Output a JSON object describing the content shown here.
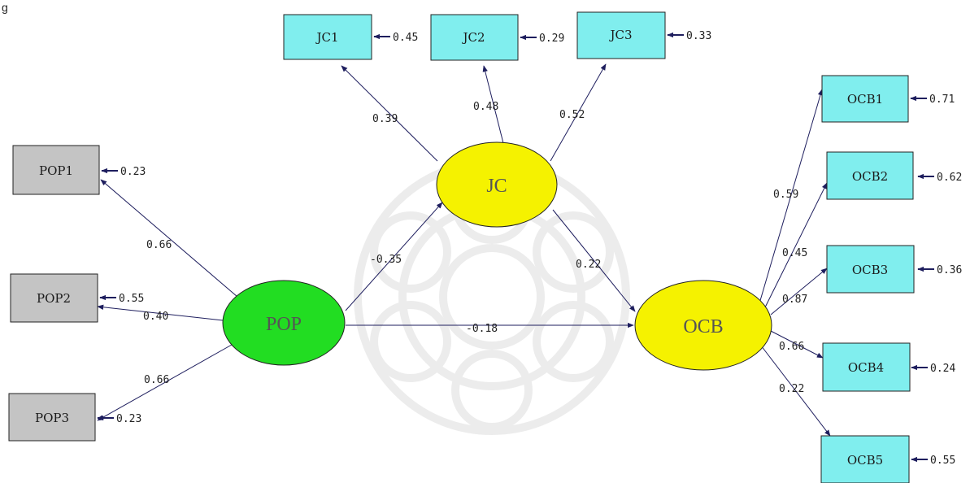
{
  "caption_fragment": "g",
  "latent": {
    "JC": "JC",
    "POP": "POP",
    "OCB": "OCB"
  },
  "indicators": {
    "JC1": "JC1",
    "JC2": "JC2",
    "JC3": "JC3",
    "POP1": "POP1",
    "POP2": "POP2",
    "POP3": "POP3",
    "OCB1": "OCB1",
    "OCB2": "OCB2",
    "OCB3": "OCB3",
    "OCB4": "OCB4",
    "OCB5": "OCB5"
  },
  "error_variances": {
    "JC1": "0.45",
    "JC2": "0.29",
    "JC3": "0.33",
    "POP1": "0.23",
    "POP2": "0.55",
    "POP3": "0.23",
    "OCB1": "0.71",
    "OCB2": "0.62",
    "OCB3": "0.36",
    "OCB4": "0.24",
    "OCB5": "0.55"
  },
  "loadings": {
    "JC_JC1": "0.39",
    "JC_JC2": "0.48",
    "JC_JC3": "0.52",
    "POP_POP1": "0.66",
    "POP_POP2": "0.40",
    "POP_POP3": "0.66",
    "OCB_OCB1": "0.59",
    "OCB_OCB2": "0.45",
    "OCB_OCB3": "0.87",
    "OCB_OCB4": "0.66",
    "OCB_OCB5": "0.22"
  },
  "paths": {
    "POP_JC": "-0.35",
    "JC_OCB": "0.22",
    "POP_OCB": "-0.18"
  },
  "colors": {
    "jc_box": "#80eeee",
    "pop_box": "#c4c4c4",
    "ocb_box": "#80eeee",
    "jc_ellipse": "#f5f200",
    "pop_ellipse": "#22dd22",
    "ocb_ellipse": "#f5f200",
    "arrow": "#1e1e5e"
  }
}
